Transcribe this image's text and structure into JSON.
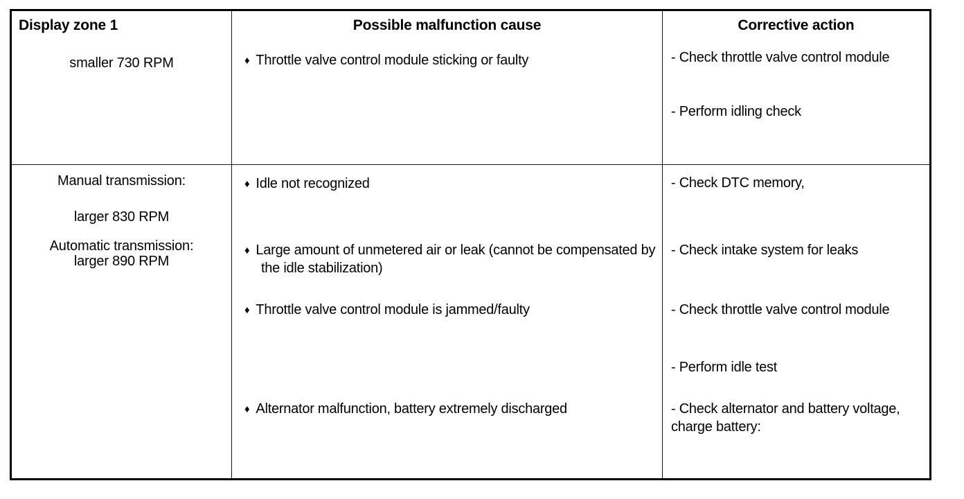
{
  "table": {
    "headers": {
      "zone": "Display zone 1",
      "cause": "Possible malfunction cause",
      "action": "Corrective action"
    },
    "rows": [
      {
        "zone_lines": [
          "smaller 730 RPM"
        ],
        "causes": [
          "Throttle valve control module sticking or faulty"
        ],
        "actions": [
          "- Check throttle valve control module",
          "- Perform idling check"
        ]
      },
      {
        "zone_lines": [
          "Manual transmission:",
          "larger 830 RPM",
          "Automatic transmission:\nlarger 890 RPM"
        ],
        "causes": [
          "Idle not recognized",
          "Large amount of unmetered air or leak (cannot be compensated by the idle stabilization)",
          "Throttle valve control module is jammed/faulty",
          "Alternator malfunction, battery extremely discharged"
        ],
        "actions": [
          "- Check DTC memory,",
          "- Check intake system for leaks",
          "- Check throttle valve control module",
          "- Perform idle test",
          "- Check alternator and battery voltage, charge battery:"
        ]
      }
    ],
    "bullet_glyph": "♦",
    "border_color": "#000000",
    "text_color": "#000000",
    "background_color": "#ffffff"
  }
}
